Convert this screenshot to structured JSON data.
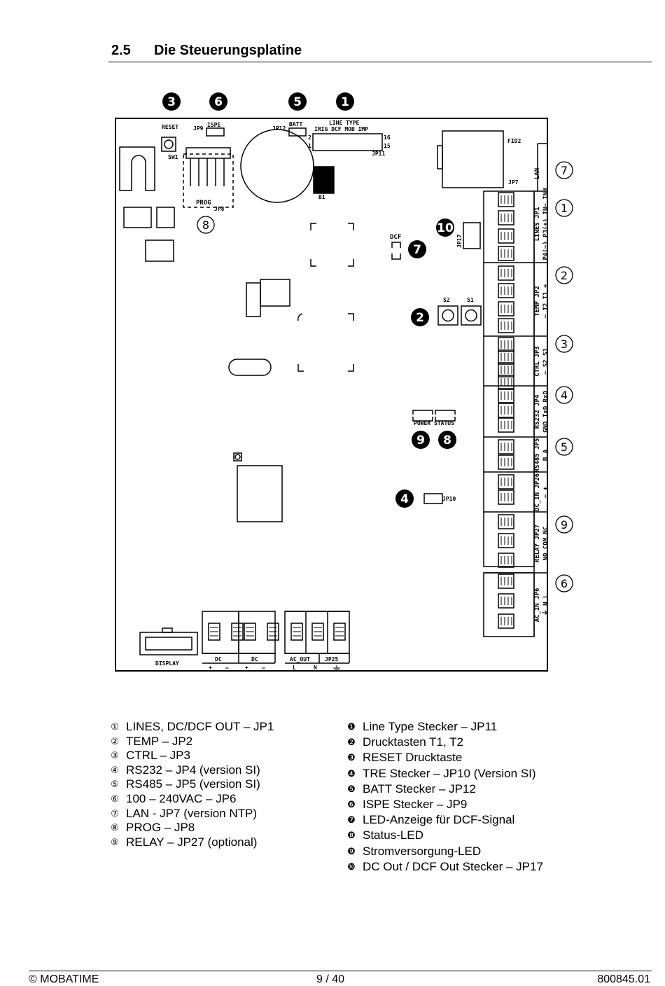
{
  "section": {
    "number": "2.5",
    "title": "Die Steuerungsplatine"
  },
  "board": {
    "pcb_labels": {
      "reset": "RESET",
      "sw1": "SW1",
      "jp9": "JP9",
      "ispe": "ISPE",
      "jp12": "JP12",
      "batt": "BATT",
      "line_type": "LINE TYPE",
      "line_type_options": "IRIG DCF MOB IMP",
      "pin2": "2",
      "pin1": "1",
      "pin16": "16",
      "pin15": "15",
      "jp11": "JP11",
      "fid2": "FID2",
      "jp7": "JP7",
      "b1": "B1",
      "prog": "PROG",
      "jp8": "JP8",
      "dcf": "DCF",
      "jp17": "JP17",
      "s2": "S2",
      "s1": "S1",
      "power": "POWER",
      "status": "STATUS",
      "jp10": "JP10",
      "display": "DISPLAY",
      "dc": "DC",
      "plus": "+",
      "minus": "–",
      "ac_out": "AC_OUT",
      "jp25": "JP25",
      "l": "L",
      "n": "N"
    },
    "connectors": [
      {
        "label": "LAN",
        "pins": ""
      },
      {
        "label": "LINES JP1",
        "pins": "P4(−) P3(+) IN− INH"
      },
      {
        "label": "TEMP JP2",
        "pins": "− T2 T1 +"
      },
      {
        "label": "CTRL JP3",
        "pins": "− S2 S1"
      },
      {
        "label": "RS232 JP4",
        "pins": "GND TxD RxD"
      },
      {
        "label": "RS485 JP5",
        "pins": "B A"
      },
      {
        "label": "DC_IN JP26",
        "pins": "− +"
      },
      {
        "label": "RELAY JP27",
        "pins": "NO COM NC"
      },
      {
        "label": "AC_IN JP6",
        "pins": "⏚ N L"
      }
    ],
    "callouts": {
      "f3": "3",
      "f6": "6",
      "f5": "5",
      "f1": "1",
      "f10": "10",
      "f7": "7",
      "f2": "2",
      "f9": "9",
      "f8": "8",
      "f4": "4",
      "o7": "7",
      "o1": "1",
      "o2": "2",
      "o3": "3",
      "o4": "4",
      "o5": "5",
      "o9": "9",
      "o6": "6",
      "o8": "8"
    }
  },
  "legend_left": [
    {
      "marker": "①",
      "text": "LINES, DC/DCF OUT – JP1"
    },
    {
      "marker": "②",
      "text": "TEMP – JP2"
    },
    {
      "marker": "③",
      "text": "CTRL – JP3"
    },
    {
      "marker": "④",
      "text": "RS232 – JP4 (version SI)"
    },
    {
      "marker": "⑤",
      "text": "RS485 – JP5 (version SI)"
    },
    {
      "marker": "⑥",
      "text": "100 – 240VAC – JP6"
    },
    {
      "marker": "⑦",
      "text": "LAN - JP7 (version NTP)"
    },
    {
      "marker": "⑧",
      "text": "PROG – JP8"
    },
    {
      "marker": "⑨",
      "text": "RELAY – JP27 (optional)"
    }
  ],
  "legend_right": [
    {
      "marker": "❶",
      "text": "Line Type Stecker – JP11"
    },
    {
      "marker": "❷",
      "text": "Drucktasten T1, T2"
    },
    {
      "marker": "❸",
      "text": "RESET Drucktaste"
    },
    {
      "marker": "❹",
      "text": "TRE Stecker – JP10 (Version SI)"
    },
    {
      "marker": "❺",
      "text": "BATT Stecker – JP12"
    },
    {
      "marker": "❻",
      "text": "ISPE Stecker – JP9"
    },
    {
      "marker": "❼",
      "text": "LED-Anzeige für DCF-Signal"
    },
    {
      "marker": "❽",
      "text": "Status-LED"
    },
    {
      "marker": "❾",
      "text": "Stromversorgung-LED"
    },
    {
      "marker": "❿",
      "text": "DC Out / DCF Out Stecker – JP17"
    }
  ],
  "footer": {
    "left": "© MOBATIME",
    "center": "9 / 40",
    "right": "800845.01"
  }
}
